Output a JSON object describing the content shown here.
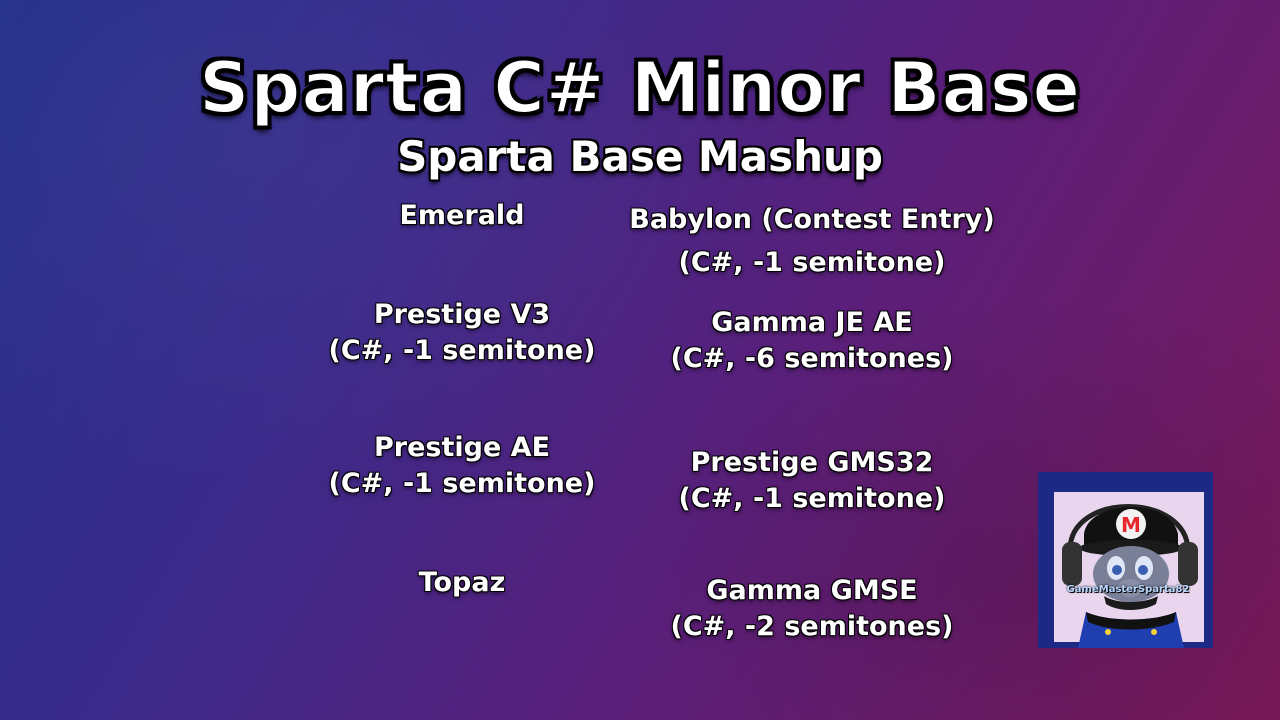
{
  "title": "Sparta C# Minor Base",
  "subtitle": "Sparta Base Mashup",
  "entries": {
    "emerald": {
      "name": "Emerald"
    },
    "babylon": {
      "name": "Babylon (Contest Entry)",
      "note": "(C#, -1 semitone)"
    },
    "prestige_v3": {
      "name": "Prestige V3",
      "note": "(C#, -1 semitone)"
    },
    "gamma_je_ae": {
      "name": "Gamma JE AE",
      "note": "(C#, -6 semitones)"
    },
    "prestige_ae": {
      "name": "Prestige AE",
      "note": "(C#, -1 semitone)"
    },
    "prestige_gms32": {
      "name": "Prestige GMS32",
      "note": "(C#, -1 semitone)"
    },
    "topaz": {
      "name": "Topaz"
    },
    "gamma_gmse": {
      "name": "Gamma GMSE",
      "note": "(C#, -2 semitones)"
    }
  },
  "avatar": {
    "label": "GameMasterSparta82",
    "icon": "dark-mario-headphones-icon",
    "colors": {
      "frame": "#1c2a86",
      "background": "#e9d6ee",
      "cap": "#111111",
      "emblem": "#e8262d"
    }
  },
  "colors": {
    "gradient_start": "#24308a",
    "gradient_end": "#7a1858",
    "text": "#ffffff",
    "outline": "#000000"
  }
}
